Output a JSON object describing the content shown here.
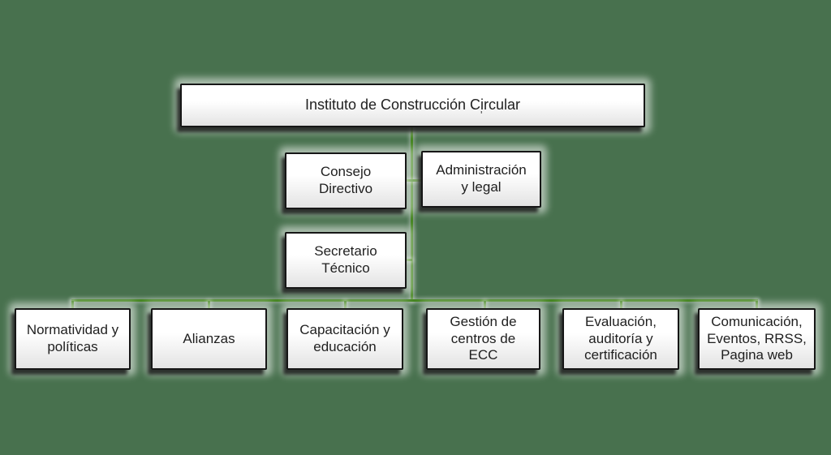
{
  "diagram": {
    "type": "org_chart",
    "root": {
      "label": "Instituto de Construcción Circular",
      "stray_mark": "'"
    },
    "level2": [
      {
        "label": "Consejo Directivo"
      },
      {
        "label": "Administración y legal"
      }
    ],
    "level3": [
      {
        "label": "Secretario Técnico"
      }
    ],
    "departments": [
      {
        "label": "Normatividad y políticas"
      },
      {
        "label": "Alianzas"
      },
      {
        "label": "Capacitación y educación"
      },
      {
        "label": "Gestión de centros de ECC"
      },
      {
        "label": "Evaluación, auditoría y certificación"
      },
      {
        "label": "Comunicación, Eventos, RRSS, Pagina web"
      }
    ],
    "colors": {
      "background": "#48714e",
      "connector": "#458521",
      "box_border": "#161616",
      "box_fill_top": "#ffffff",
      "box_fill_bottom": "#e3e3e3",
      "text": "#1f1f1f"
    }
  }
}
